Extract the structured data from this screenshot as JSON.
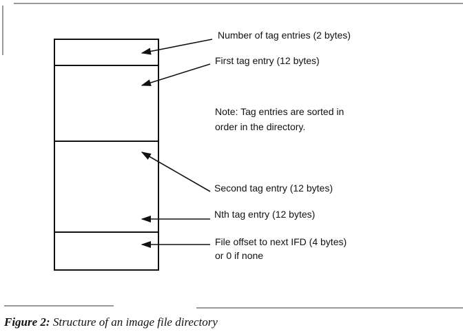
{
  "diagram": {
    "labels": {
      "tag_count": "Number of tag entries (2 bytes)",
      "first_entry": "First tag entry (12 bytes)",
      "note_line1": "Note: Tag entries are sorted in",
      "note_line2": "order in the directory.",
      "second_entry": "Second tag entry (12 bytes)",
      "nth_entry": "Nth tag entry (12 bytes)",
      "next_ifd_line1": "File offset to next IFD (4 bytes)",
      "next_ifd_line2": "or 0 if none"
    }
  },
  "caption": {
    "figure_label": "Figure 2:",
    "text": "Structure of an image file directory"
  }
}
